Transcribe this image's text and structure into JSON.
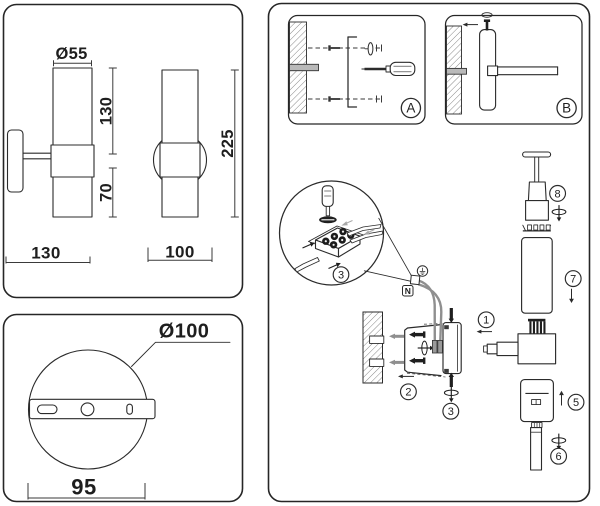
{
  "colors": {
    "line": "#2b2b2b",
    "wire": "#8f8f8f"
  },
  "spec_panel": {
    "shade_diameter": "Ø55",
    "shade_height": "130",
    "lower_height": "70",
    "depth": "130",
    "total_height": "225",
    "width": "100"
  },
  "base_panel": {
    "plate_diameter": "Ø100",
    "mount_spacing": "95"
  },
  "steps": {
    "a": "A",
    "b": "B"
  },
  "callouts": {
    "c1": "1",
    "c2": "2",
    "c3": "3",
    "c5": "5",
    "c6": "6",
    "c7": "7",
    "c8": "8"
  },
  "wiring": {
    "detail_callout": "3",
    "neutral": "N"
  }
}
